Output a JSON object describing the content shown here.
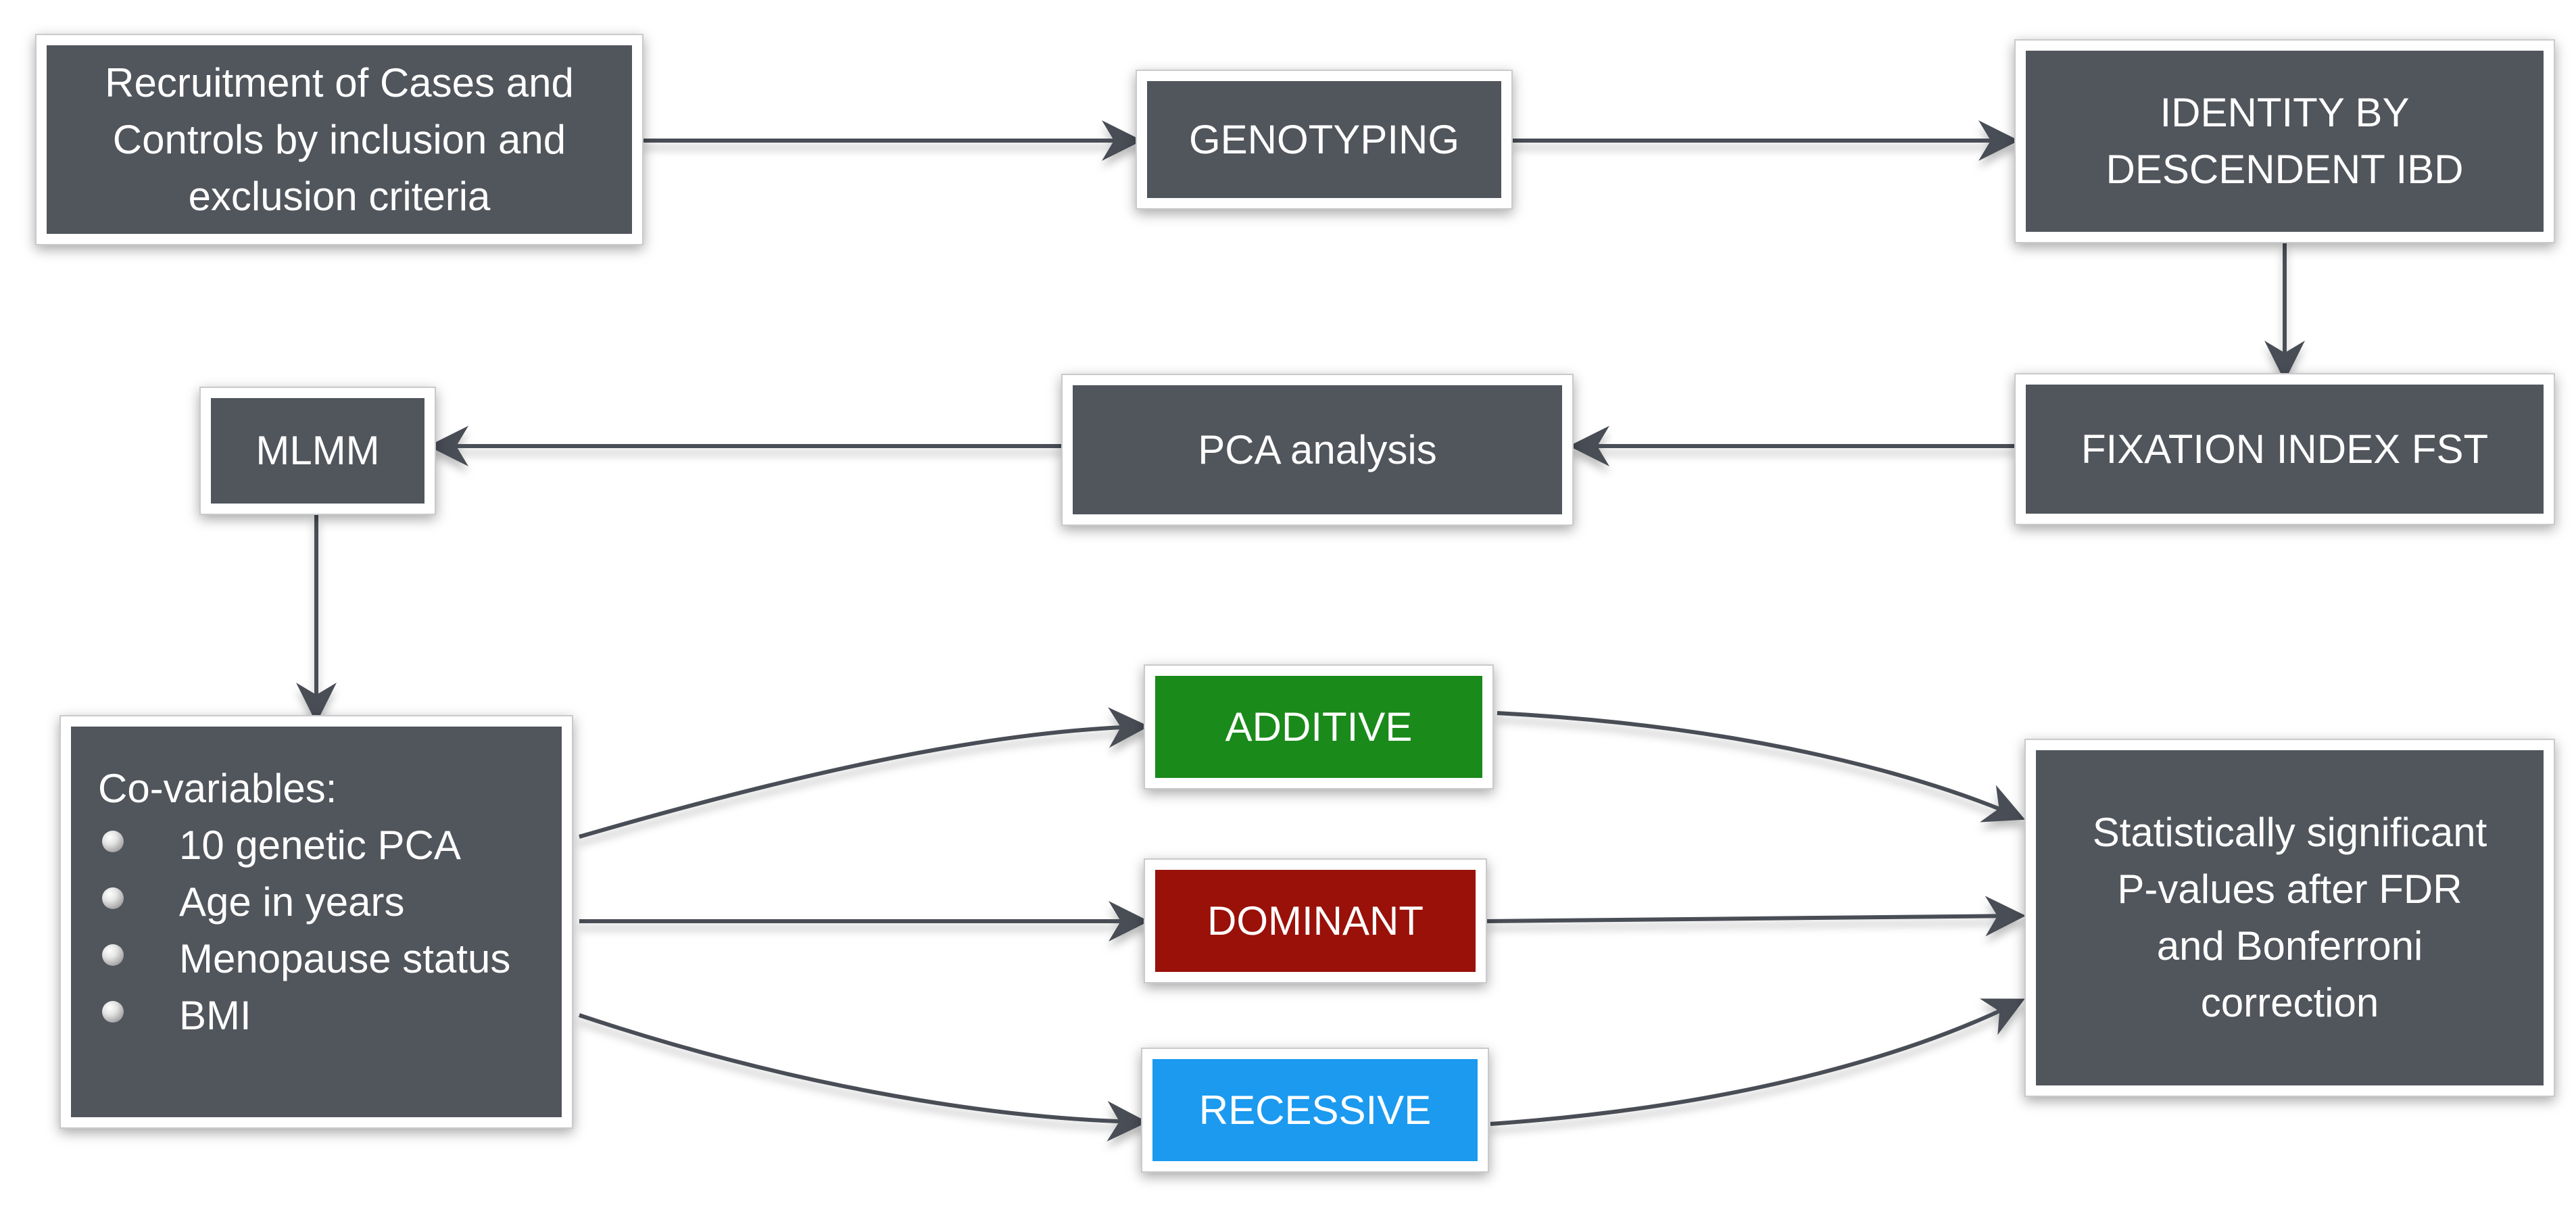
{
  "nodes": {
    "recruitment": {
      "lines": [
        "Recruitment of Cases and",
        "Controls by inclusion and",
        "exclusion criteria"
      ]
    },
    "genotyping": {
      "label": "GENOTYPING"
    },
    "ibd": {
      "lines": [
        "IDENTITY BY",
        "DESCENDENT IBD"
      ]
    },
    "fst": {
      "label": "FIXATION INDEX FST"
    },
    "pca": {
      "label": "PCA analysis"
    },
    "mlmm": {
      "label": "MLMM"
    },
    "covariables": {
      "title": "Co-variables:",
      "items": [
        "10 genetic PCA",
        "Age in years",
        "Menopause status",
        "BMI"
      ]
    },
    "additive": {
      "label": "ADDITIVE"
    },
    "dominant": {
      "label": "DOMINANT"
    },
    "recessive": {
      "label": "RECESSIVE"
    },
    "significant": {
      "lines": [
        "Statistically significant",
        "P-values after FDR",
        "and Bonferroni",
        "correction"
      ]
    }
  },
  "colors": {
    "box_fill": "#51555c",
    "additive": "#1a8a1a",
    "dominant": "#991109",
    "recessive": "#1b9af0",
    "arrow": "#4a4d55"
  }
}
